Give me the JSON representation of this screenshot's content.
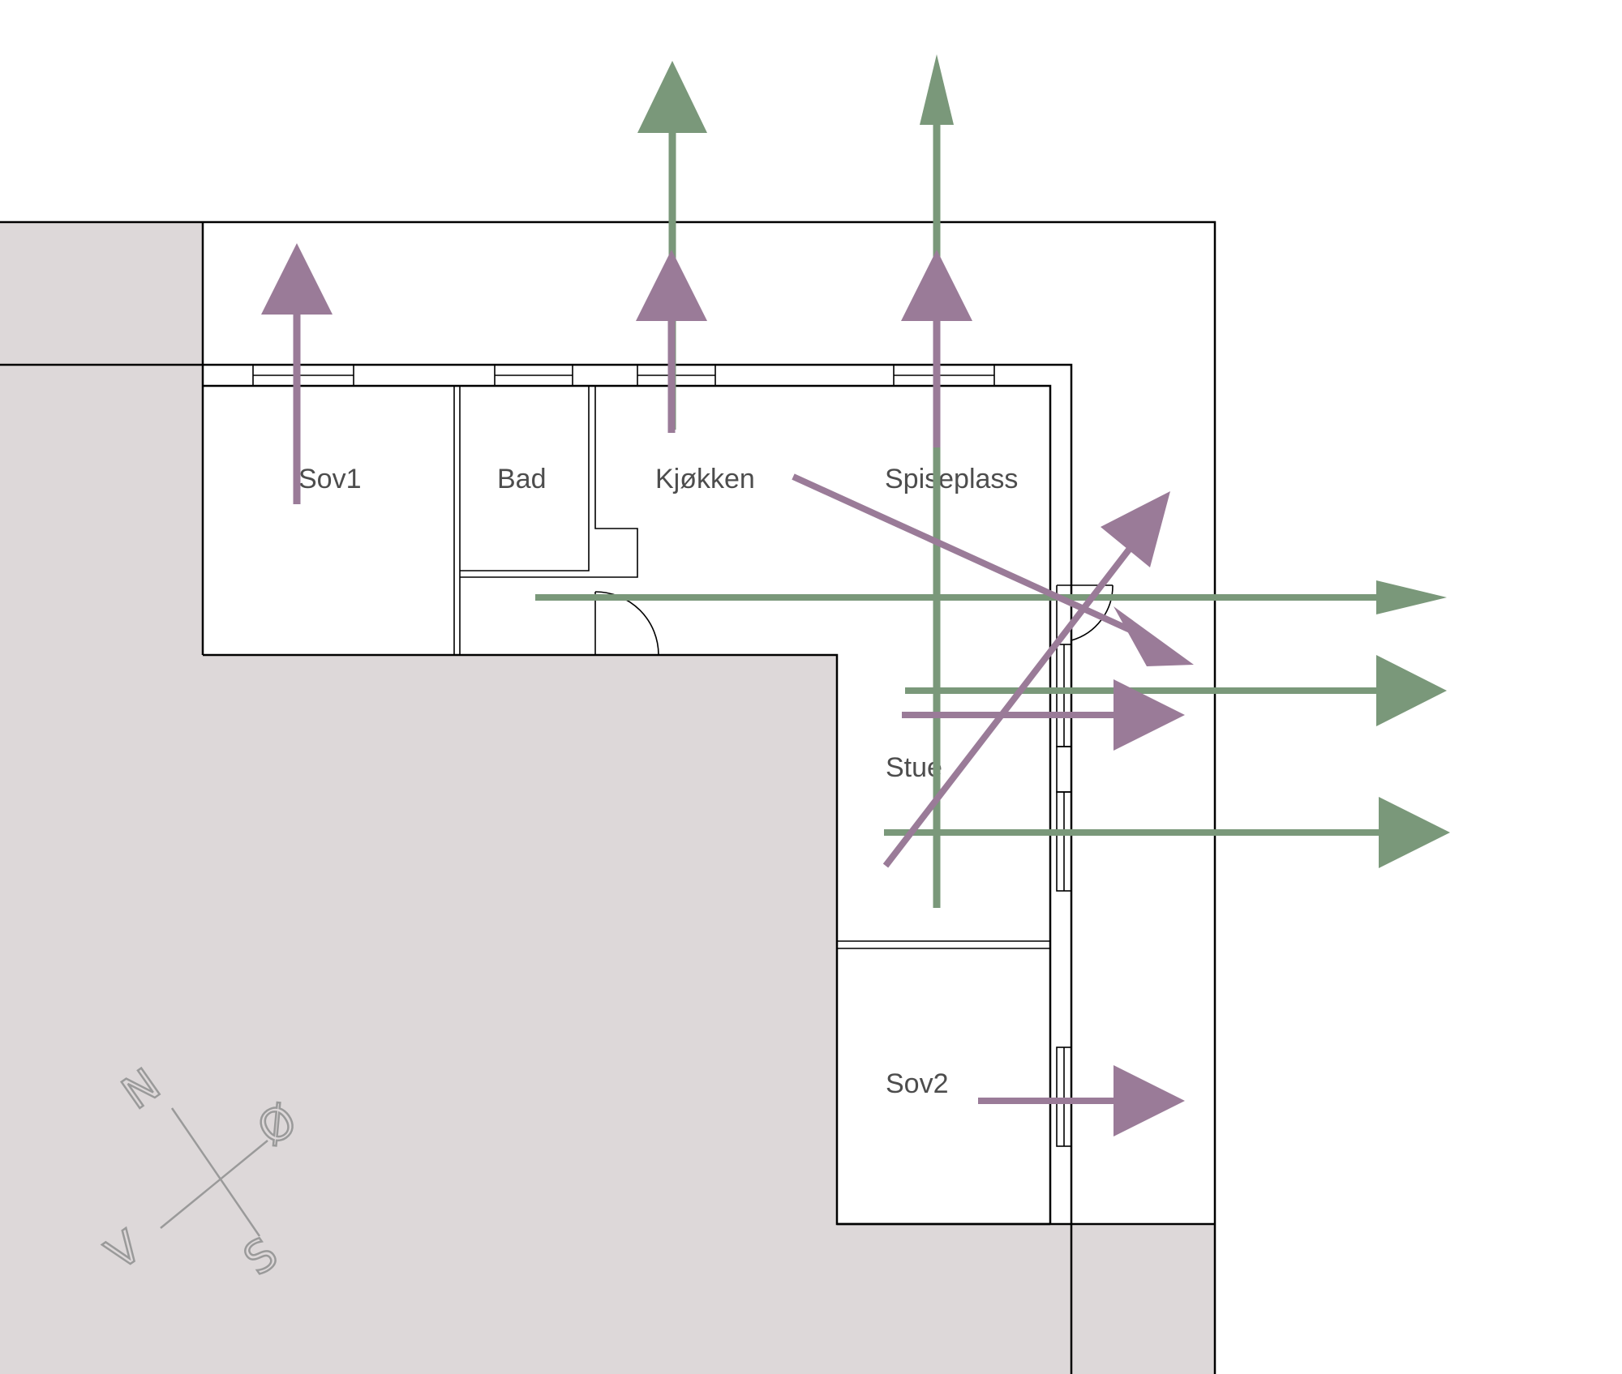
{
  "colors": {
    "background": "#ffffff",
    "ground": "#ddd8d9",
    "walls": "#000000",
    "label_text": "#4d4d4d",
    "compass": "#9a9a9a",
    "arrow_green": "#7a987a",
    "arrow_purple": "#9a7b98"
  },
  "rooms": {
    "sov1": "Sov1",
    "bad": "Bad",
    "kjokken": "Kjøkken",
    "spiseplass": "Spiseplass",
    "stue": "Stue",
    "sov2": "Sov2"
  },
  "compass": {
    "north": "N",
    "east": "Ø",
    "south": "S",
    "west": "V"
  }
}
